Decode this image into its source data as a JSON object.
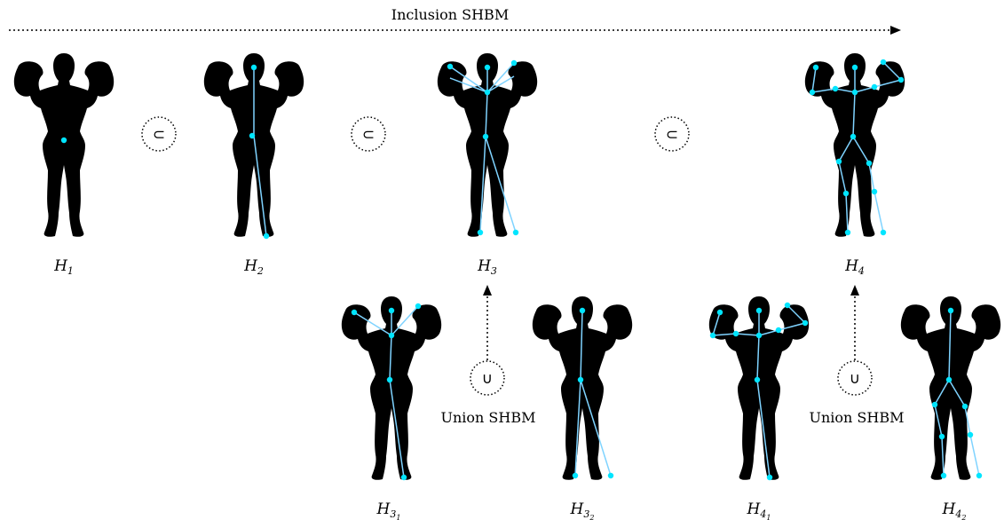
{
  "inclusion_label": "Inclusion SHBM",
  "union_label": "Union SHBM",
  "subset_symbol": "⊂",
  "union_symbol": "∪",
  "accent_color": "#00e5ff",
  "bone_color": "#7fd3ff",
  "figures": [
    {
      "id": "h1",
      "label": "H",
      "sub": "1",
      "sub2": ""
    },
    {
      "id": "h2",
      "label": "H",
      "sub": "2",
      "sub2": ""
    },
    {
      "id": "h3",
      "label": "H",
      "sub": "3",
      "sub2": ""
    },
    {
      "id": "h4",
      "label": "H",
      "sub": "4",
      "sub2": ""
    },
    {
      "id": "h31",
      "label": "H",
      "sub": "3",
      "sub2": "1"
    },
    {
      "id": "h32",
      "label": "H",
      "sub": "3",
      "sub2": "2"
    },
    {
      "id": "h41",
      "label": "H",
      "sub": "4",
      "sub2": "1"
    },
    {
      "id": "h42",
      "label": "H",
      "sub": "4",
      "sub2": "2"
    }
  ]
}
